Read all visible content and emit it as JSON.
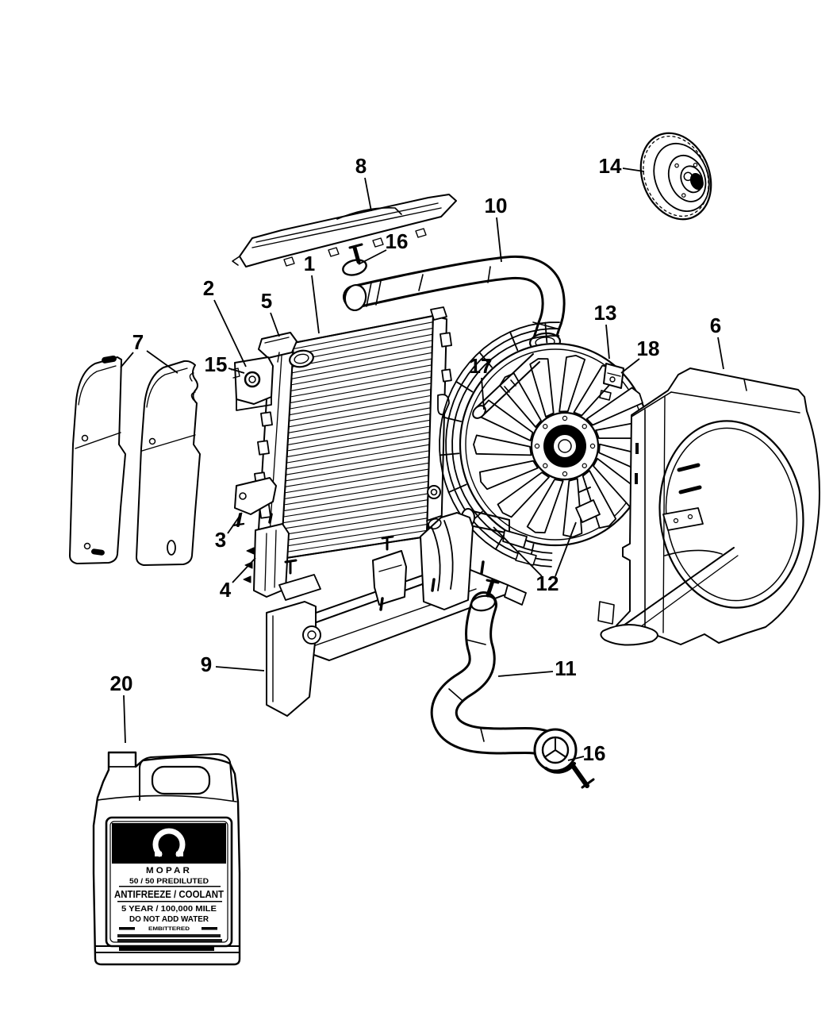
{
  "diagram": {
    "background_color": "#ffffff",
    "line_color": "#000000"
  },
  "callouts": [
    {
      "label": "8"
    },
    {
      "label": "16"
    },
    {
      "label": "10"
    },
    {
      "label": "14"
    },
    {
      "label": "1"
    },
    {
      "label": "2"
    },
    {
      "label": "5"
    },
    {
      "label": "7"
    },
    {
      "label": "15"
    },
    {
      "label": "13"
    },
    {
      "label": "18"
    },
    {
      "label": "6"
    },
    {
      "label": "17"
    },
    {
      "label": "3"
    },
    {
      "label": "4"
    },
    {
      "label": "12"
    },
    {
      "label": "9"
    },
    {
      "label": "11"
    },
    {
      "label": "16"
    },
    {
      "label": "20"
    }
  ],
  "jug_label": {
    "brand": "MOPAR",
    "line1": "50 / 50 PREDILUTED",
    "line2": "ANTIFREEZE / COOLANT",
    "line3": "5 YEAR / 100,000 MILE",
    "line4": "DO NOT ADD WATER",
    "line5": "EMBITTERED"
  }
}
